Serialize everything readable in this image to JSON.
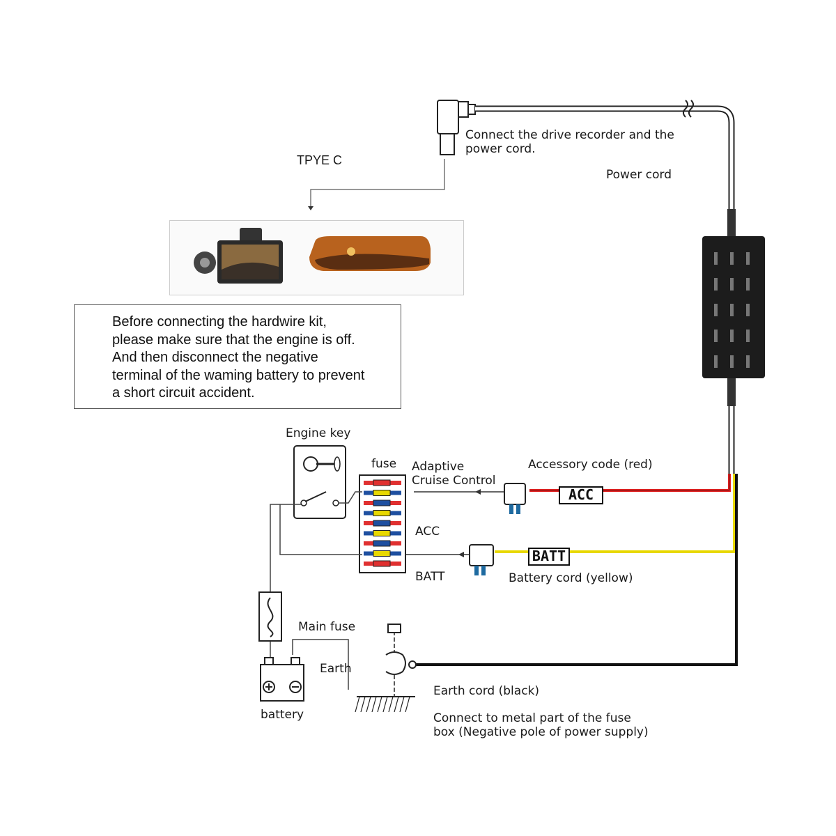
{
  "type_c_label": "TPYE C",
  "recorder_note": [
    "Connect the drive recorder and the",
    "power cord."
  ],
  "power_cord_label": "Power cord",
  "warning_lines": [
    "Before connecting the hardwire kit,",
    "please make sure that the engine is off.",
    "And then disconnect the negative",
    "terminal of the waming battery to prevent",
    "a short circuit accident."
  ],
  "engine_key_label": "Engine key",
  "fuse_label": "fuse",
  "adaptive_label": [
    "Adaptive",
    "Cruise Control"
  ],
  "accessory_label": "Accessory code (red)",
  "acc_tag": "ACC",
  "acc_label": "ACC",
  "batt_tag": "BATT",
  "batt_label": "BATT",
  "battery_cord_label": "Battery cord (yellow)",
  "main_fuse_label": "Main fuse",
  "earth_label": "Earth",
  "earth_cord_label": "Earth cord (black)",
  "battery_label": "battery",
  "metal_note": [
    "Connect to metal part of the fuse",
    "box (Negative pole of power supply)"
  ],
  "colors": {
    "acc_wire": "#e02020",
    "batt_wire": "#e8d800",
    "earth_wire": "#111111",
    "box": "#1c1c1c"
  }
}
